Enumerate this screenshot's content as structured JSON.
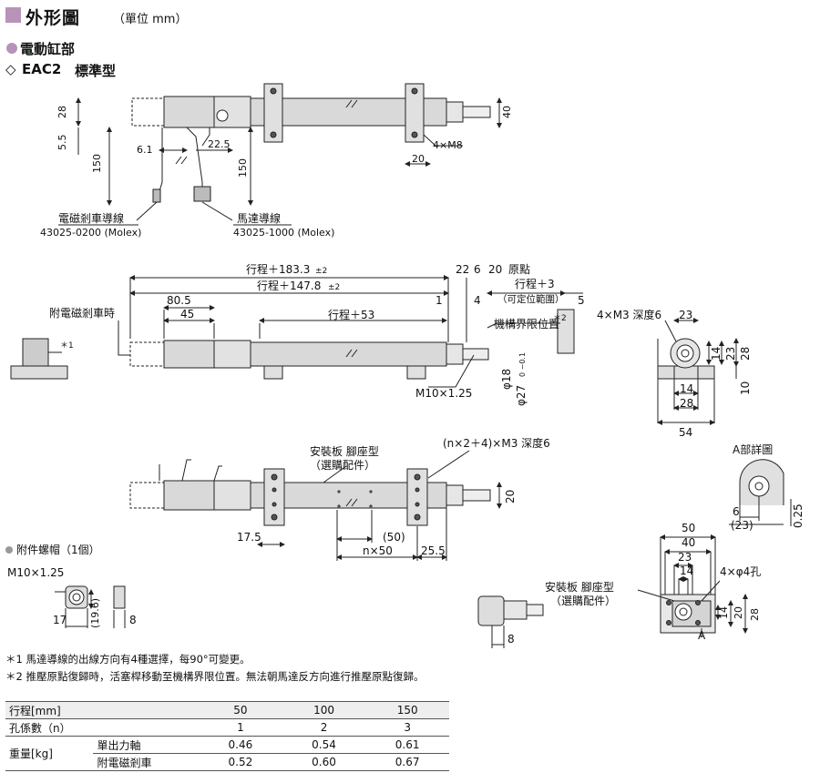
{
  "header": {
    "title": "外形圖",
    "unit": "（單位 mm）"
  },
  "section": {
    "name": "電動缸部",
    "model_prefix": "◇",
    "model": "EAC2",
    "model_type": "標準型"
  },
  "top_view": {
    "dims": [
      "28",
      "5.5",
      "150",
      "6.1",
      "22.5",
      "150",
      "40",
      "4×M8",
      "20"
    ],
    "leads": [
      {
        "name": "電磁剎車導線",
        "part": "43025-0200 (Molex)"
      },
      {
        "name": "馬達導線",
        "part": "43025-1000 (Molex)"
      }
    ]
  },
  "side_view": {
    "brake_label": "附電磁剎車時",
    "dims": {
      "stroke_183": "行程＋183.3",
      "stroke_183_tol": "±2",
      "stroke_147": "行程＋147.8",
      "stroke_147_tol": "±2",
      "stroke_53": "行程＋53",
      "d80_5": "80.5",
      "d45": "45",
      "d22": "22",
      "d6": "6",
      "d20": "20",
      "origin": "原點",
      "stroke_3": "行程＋3",
      "settable": "（可定位範圍）",
      "d1": "1",
      "d4": "4",
      "d5": "5",
      "limit": "機構界限位置",
      "limit_note": "＊2",
      "thread": "M10×1.25",
      "phi18": "φ18",
      "phi27": "φ27",
      "phi27_tol": "0 −0.1",
      "motor_note": "＊1"
    }
  },
  "end_view": {
    "dims": [
      "4×M3 深度6",
      "23",
      "14",
      "23",
      "28",
      "14",
      "28",
      "54",
      "10"
    ]
  },
  "bottom_view": {
    "mount_label": "安裝板 腳座型",
    "mount_sub": "（選購配件）",
    "holes_label": "(n×2＋4)×M3 深度6",
    "dims": [
      "20",
      "17.5",
      "(50)",
      "n×50",
      "25.5"
    ]
  },
  "detail_a": {
    "title": "A部詳圖",
    "dims": [
      "6",
      "(23)",
      "0.25"
    ]
  },
  "nut": {
    "title": "附件螺帽（1個）",
    "thread": "M10×1.25",
    "dims": [
      "17",
      "(19.6)",
      "8"
    ]
  },
  "foot_view": {
    "mount_label": "安裝板 腳座型",
    "mount_sub": "（選購配件）",
    "dims": [
      "50",
      "40",
      "23",
      "14",
      "4×φ4孔",
      "14",
      "20",
      "28",
      "8",
      "A"
    ]
  },
  "notes": [
    {
      "mark": "＊1",
      "text": "馬達導線的出線方向有4種選擇，每90°可變更。"
    },
    {
      "mark": "＊2",
      "text": "推壓原點復歸時，活塞桿移動至機構界限位置。無法朝馬達反方向進行推壓原點復歸。"
    }
  ],
  "table": {
    "header": [
      "行程[mm]",
      "50",
      "100",
      "150"
    ],
    "rows": [
      {
        "label": "孔係數（n）",
        "sub": "",
        "values": [
          "1",
          "2",
          "3"
        ]
      },
      {
        "label": "重量[kg]",
        "sub": "單出力軸",
        "values": [
          "0.46",
          "0.54",
          "0.61"
        ]
      },
      {
        "label": "",
        "sub": "附電磁剎車",
        "values": [
          "0.52",
          "0.60",
          "0.67"
        ]
      }
    ]
  },
  "colors": {
    "accent": "#b893b9",
    "body": "#d9d9d9",
    "line": "#222222"
  }
}
